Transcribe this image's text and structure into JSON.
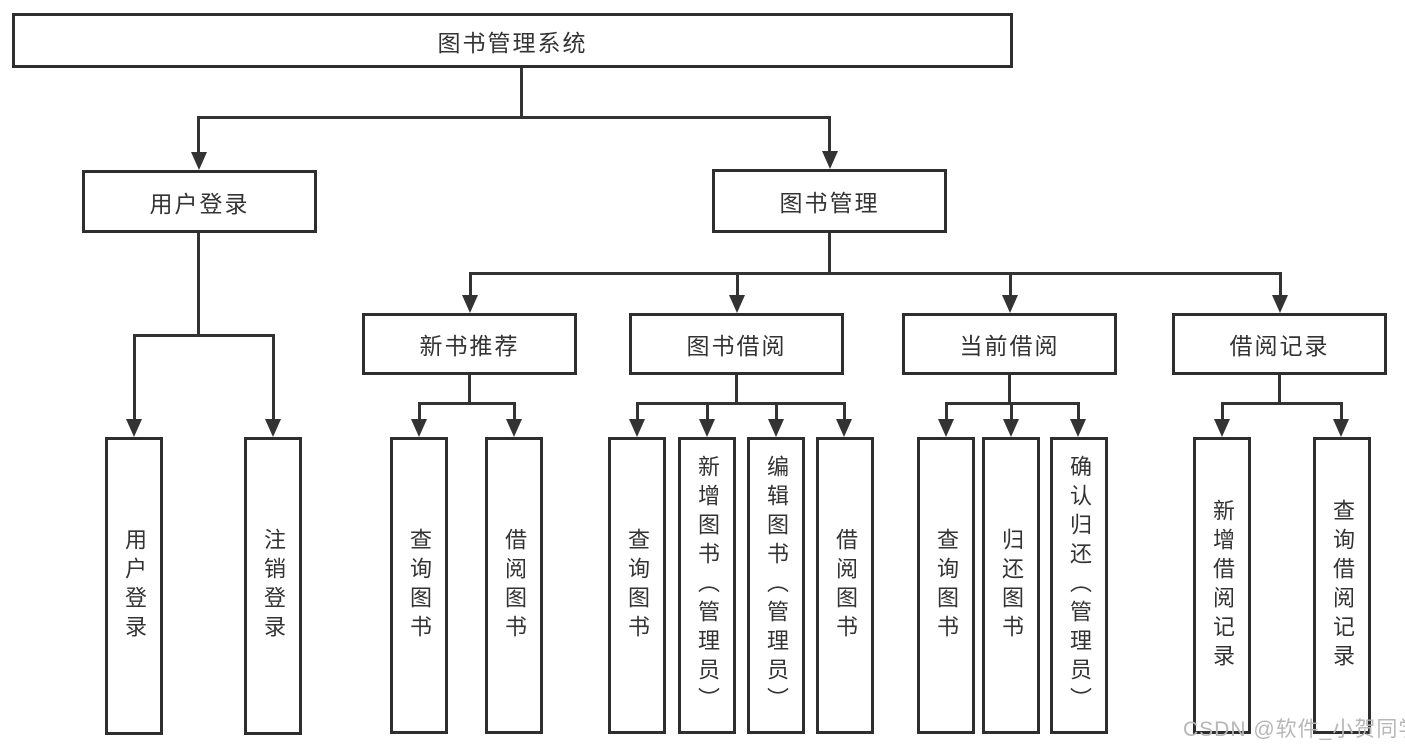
{
  "colors": {
    "line": "#333333",
    "border": "#2e2e2e",
    "text": "#333333",
    "watermark": "#b7b7b7"
  },
  "watermark": "CSDN @软件_小贺同学",
  "tree": {
    "root": "图书管理系统",
    "branches": [
      {
        "label": "用户登录",
        "children": [
          "用户登录",
          "注销登录"
        ]
      },
      {
        "label": "图书管理",
        "children": [
          {
            "label": "新书推荐",
            "children": [
              "查询图书",
              "借阅图书"
            ]
          },
          {
            "label": "图书借阅",
            "children": [
              "查询图书",
              "新增图书（管理员）",
              "编辑图书（管理员）",
              "借阅图书"
            ]
          },
          {
            "label": "当前借阅",
            "children": [
              "查询图书",
              "归还图书",
              "确认归还（管理员）"
            ]
          },
          {
            "label": "借阅记录",
            "children": [
              "新增借阅记录",
              "查询借阅记录"
            ]
          }
        ]
      }
    ]
  }
}
